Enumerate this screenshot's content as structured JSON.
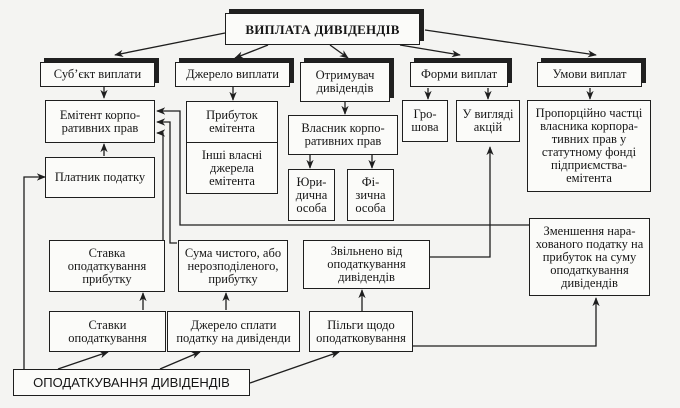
{
  "title": "ВИПЛАТА ДИВІДЕНДІВ",
  "categories": {
    "subject": "Суб’єкт виплати",
    "source": "Джерело виплати",
    "recipient": "Отримувач\nдивідендів",
    "forms": "Форми виплат",
    "conditions": "Умови виплат"
  },
  "nodes": {
    "issuer": "Емітент корпо-\nративних прав",
    "taxpayer": "Платник податку",
    "profit": "Прибуток\nемітента",
    "other_sources": "Інші власні\nджерела\nемітента",
    "owner": "Власник корпо-\nративних прав",
    "legal_person": "Юри-\nдична\nособа",
    "natural_person": "Фі-\nзична\nособа",
    "cash": "Гро-\nшова",
    "shares": "У вигляді\nакцій",
    "proportional": "Пропорційно частці\nвласника корпора-\nтивних прав у\nстатутному фонді\nпідприємства-\nемітента",
    "profit_tax_rate": "Ставка\nоподаткування\nприбутку",
    "net_profit_sum": "Сума чистого, або\nнерозподіленого,\nприбутку",
    "exempt": "Звільнено від\nоподаткування\nдивідендів",
    "tax_reduction": "Зменшення нара-\nхованого податку на\nприбуток на суму\nоподаткування\nдивідендів",
    "tax_rates": "Ставки\nоподаткування",
    "tax_source": "Джерело сплати\nподатку на дивіденди",
    "benefits": "Пільги щодо\nоподатковування"
  },
  "bottom_title": "ОПОДАТКУВАННЯ ДИВІДЕНДІВ",
  "colors": {
    "line": "#1e1e1e",
    "background": "#f4f4f2",
    "box": "#fbfbf9"
  }
}
